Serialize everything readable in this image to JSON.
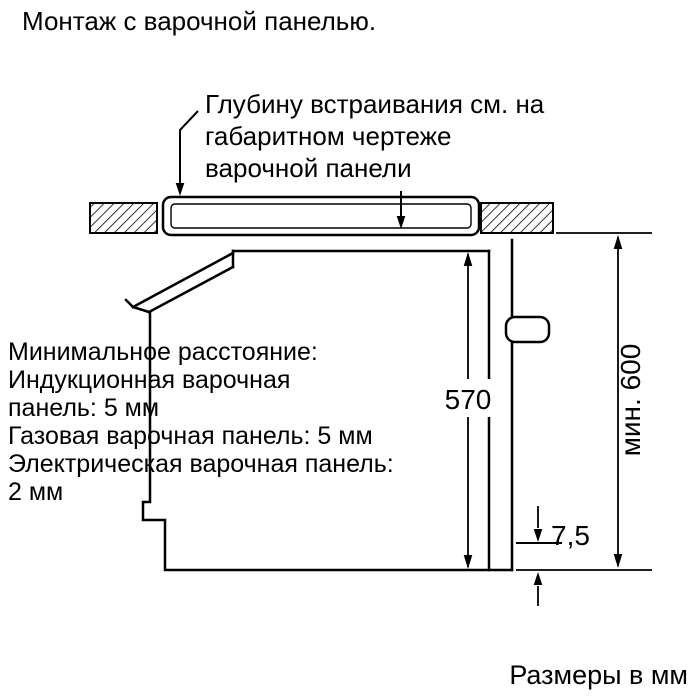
{
  "title": "Монтаж с варочной панелью.",
  "annotation": {
    "lines": [
      "Глубину встраивания см. на",
      "габаритном чертеже",
      "варочной панели"
    ]
  },
  "min_distance_note": {
    "lines": [
      "Минимальное расстояние:",
      "Индукционная варочная",
      "панель: 5 мм",
      "Газовая варочная панель: 5 мм",
      "Электрическая варочная панель:",
      "2 мм"
    ]
  },
  "dimensions": {
    "oven_height": "570",
    "niche_height": "мин. 600",
    "bottom_gap": "7,5"
  },
  "footer": {
    "units_note": "Размеры в мм"
  },
  "colors": {
    "line": "#000000",
    "background": "#ffffff"
  }
}
